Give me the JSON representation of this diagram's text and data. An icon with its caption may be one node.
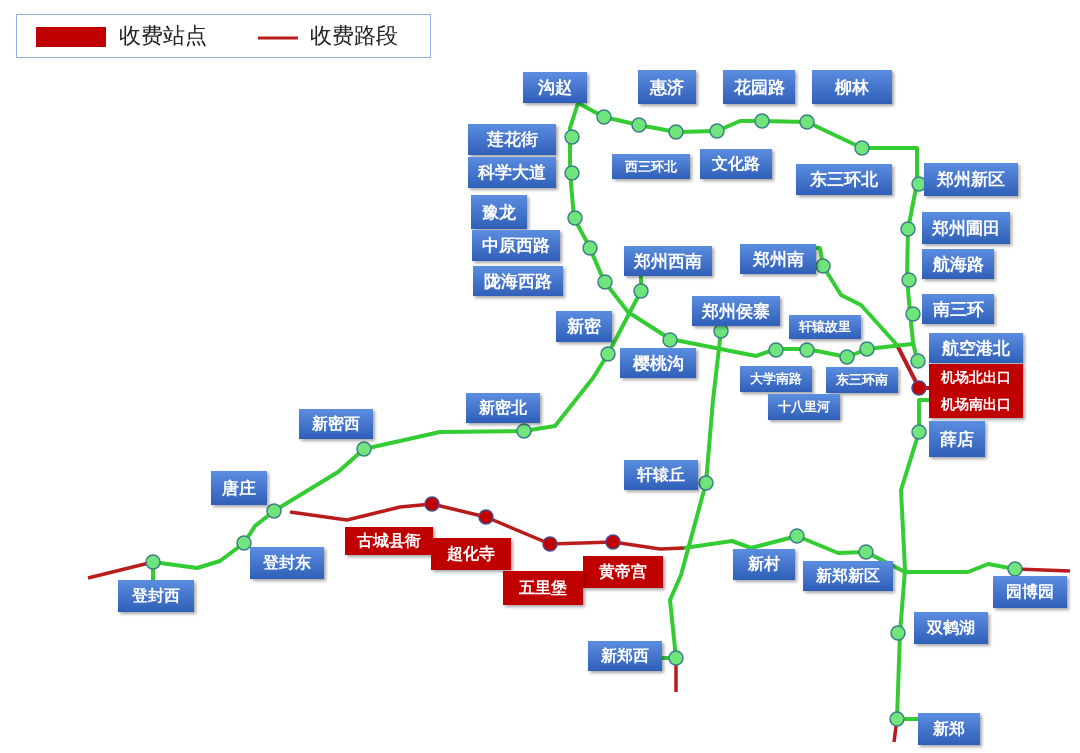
{
  "diagram": {
    "nodes": [
      {
        "text": [
          "沟赵"
        ]
      },
      {
        "text": [
          "惠济"
        ]
      },
      {
        "text": [
          "花园路"
        ]
      },
      {
        "text": [
          "柳林"
        ]
      },
      {
        "text": [
          "莲花街"
        ]
      },
      {
        "text": [
          "科学大道"
        ]
      },
      {
        "text": [
          "西三环北"
        ]
      },
      {
        "text": [
          "文化路"
        ]
      },
      {
        "text": [
          "东三环北"
        ]
      },
      {
        "text": [
          "郑州新区"
        ]
      },
      {
        "text": [
          "豫龙"
        ]
      },
      {
        "text": [
          "郑州圃田"
        ]
      },
      {
        "text": [
          "中原西路"
        ]
      },
      {
        "text": [
          "郑州西南"
        ]
      },
      {
        "text": [
          "郑州南"
        ]
      },
      {
        "text": [
          "航海路"
        ]
      },
      {
        "text": [
          "陇海西路"
        ]
      },
      {
        "text": [
          "新密"
        ]
      },
      {
        "text": [
          "郑州侯寨"
        ]
      },
      {
        "text": [
          "南三环"
        ]
      },
      {
        "text": [
          "轩辕故里"
        ]
      },
      {
        "text": [
          "航空港北"
        ]
      },
      {
        "text": [
          "樱桃沟"
        ]
      },
      {
        "text": [
          "大学南路"
        ]
      },
      {
        "text": [
          "东三环南"
        ]
      },
      {
        "text": [
          "机场北出口"
        ]
      },
      {
        "text": [
          "机场南出口"
        ]
      },
      {
        "text": [
          "十八里河"
        ]
      },
      {
        "text": [
          "新密北"
        ]
      },
      {
        "text": [
          "新密西"
        ]
      },
      {
        "text": [
          "薛店"
        ]
      },
      {
        "text": [
          "轩辕丘"
        ]
      },
      {
        "text": [
          "唐庄"
        ]
      },
      {
        "text": [
          "古城县衙"
        ]
      },
      {
        "text": [
          "超化寺"
        ]
      },
      {
        "text": [
          "登封东"
        ]
      },
      {
        "text": [
          "黄帝宫"
        ]
      },
      {
        "text": [
          "新村"
        ]
      },
      {
        "text": [
          "新郑新区"
        ]
      },
      {
        "text": [
          "五里堡"
        ]
      },
      {
        "text": [
          "登封西"
        ]
      },
      {
        "text": [
          "园博园"
        ]
      },
      {
        "text": [
          "双鹤湖"
        ]
      },
      {
        "text": [
          "新郑西"
        ]
      },
      {
        "text": [
          "新郑"
        ]
      }
    ],
    "edges": [
      {
        "from": 13,
        "to": 40,
        "arrow": "none"
      },
      {
        "from": 14,
        "to": 25,
        "arrow": "none"
      },
      {
        "from": 18,
        "to": 43,
        "arrow": "none"
      },
      {
        "from": 26,
        "to": 44,
        "arrow": "none"
      }
    ],
    "legend": [
      {
        "text": "收费站点",
        "color": "#c00000"
      },
      {
        "text": "收费路段"
      }
    ]
  }
}
